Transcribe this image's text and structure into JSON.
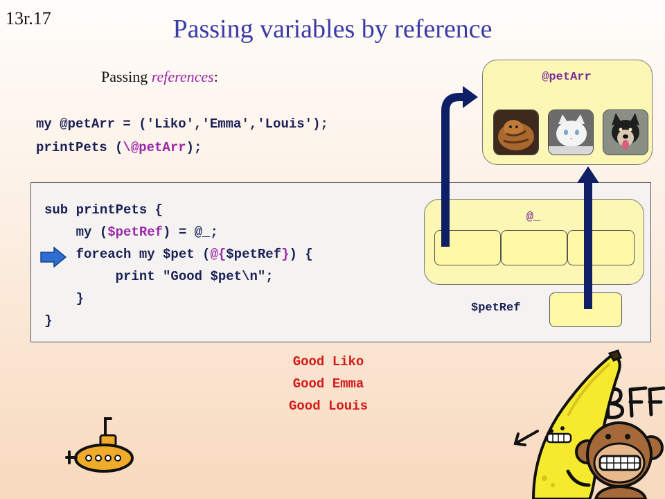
{
  "slide": {
    "number": "13r.17",
    "title": "Passing variables by reference",
    "subtitle_prefix": "Passing ",
    "subtitle_emphasis": "references",
    "subtitle_suffix": ":"
  },
  "code_top": {
    "line1": "my @petArr = ('Liko','Emma','Louis');",
    "line2_prefix": "printPets (",
    "line2_hl": "\\@petArr",
    "line2_suffix": ");"
  },
  "code_body": {
    "line1": "sub printPets {",
    "line2_prefix": "    my (",
    "line2_hl": "$petRef",
    "line2_suffix": ") = @_;",
    "line3_prefix": "    foreach my $pet (",
    "line3_hl_open": "@{",
    "line3_mid": "$petRef",
    "line3_hl_close": "}",
    "line3_suffix": ") {",
    "line4": "         print \"Good $pet\\n\";",
    "line5": "    }",
    "line6": "}"
  },
  "diagram": {
    "array_label": "@petArr",
    "args_label": "@_",
    "ref_label": "$petRef",
    "pets": [
      "cat-tabby-photo",
      "cat-white-photo",
      "dog-husky-photo"
    ]
  },
  "output": {
    "lines": [
      "Good Liko",
      "Good Emma",
      "Good Louis"
    ]
  },
  "colors": {
    "title": "#3b3ba7",
    "code": "#1a1f55",
    "highlight": "#9b27a8",
    "output": "#d21a1a",
    "box_fill": "#fcf7b4",
    "arrow": "#0f1f66",
    "current_line_marker": "#2c6fd0"
  }
}
